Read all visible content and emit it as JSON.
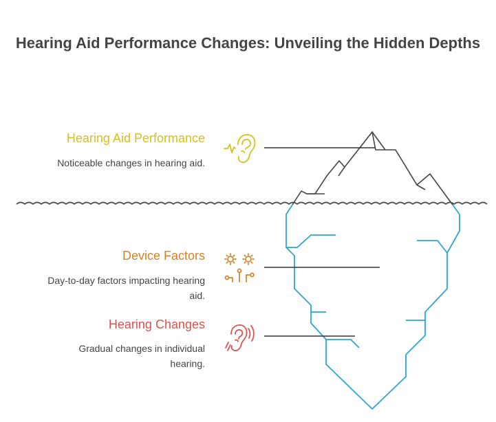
{
  "title": "Hearing Aid Performance Changes: Unveiling the Hidden Depths",
  "colors": {
    "tip": "#d4c21a",
    "middle": "#d4822a",
    "bottom": "#d9534f",
    "iceberg_top": "#444444",
    "iceberg_bottom": "#2aa6d4",
    "water": "#444444",
    "leader": "#333333"
  },
  "levels": [
    {
      "label": "Hearing Aid Performance",
      "description": "Noticeable changes in hearing aid.",
      "icon": "ear-sound-icon"
    },
    {
      "label": "Device Factors",
      "description": "Day-to-day factors impacting hearing aid.",
      "icon": "gears-circuit-icon"
    },
    {
      "label": "Hearing Changes",
      "description": "Gradual changes in individual hearing.",
      "icon": "ear-hearing-icon"
    }
  ]
}
